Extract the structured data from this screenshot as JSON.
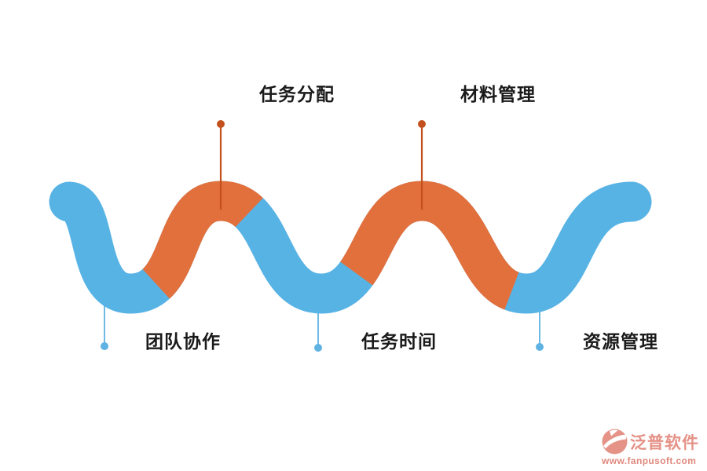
{
  "page": {
    "background": "#ffffff"
  },
  "colors": {
    "wave_blue": "#58B3E5",
    "wave_orange": "#E2703C",
    "marker_orange": "#C2511E",
    "marker_blue": "#5FB2E2",
    "label_text": "#1A1A1A",
    "brand_salmon": "#E59287",
    "brand_url_color": "#E08A7E",
    "white": "#FFFFFF"
  },
  "features": {
    "top": [
      {
        "label": "任务分配",
        "marker": "orange-dot-stem"
      },
      {
        "label": "材料管理",
        "marker": "orange-dot-stem"
      }
    ],
    "bottom": [
      {
        "label": "团队协作",
        "marker": "blue-dot-stem"
      },
      {
        "label": "任务时间",
        "marker": "blue-dot-stem"
      },
      {
        "label": "资源管理",
        "marker": "blue-dot-stem"
      }
    ]
  },
  "brand": {
    "name": "泛普软件",
    "url": "www.fanpusoft.com"
  },
  "icons": {
    "logo": "fanpu-circle-swoosh-icon",
    "marker": "pin-dot-icon"
  }
}
